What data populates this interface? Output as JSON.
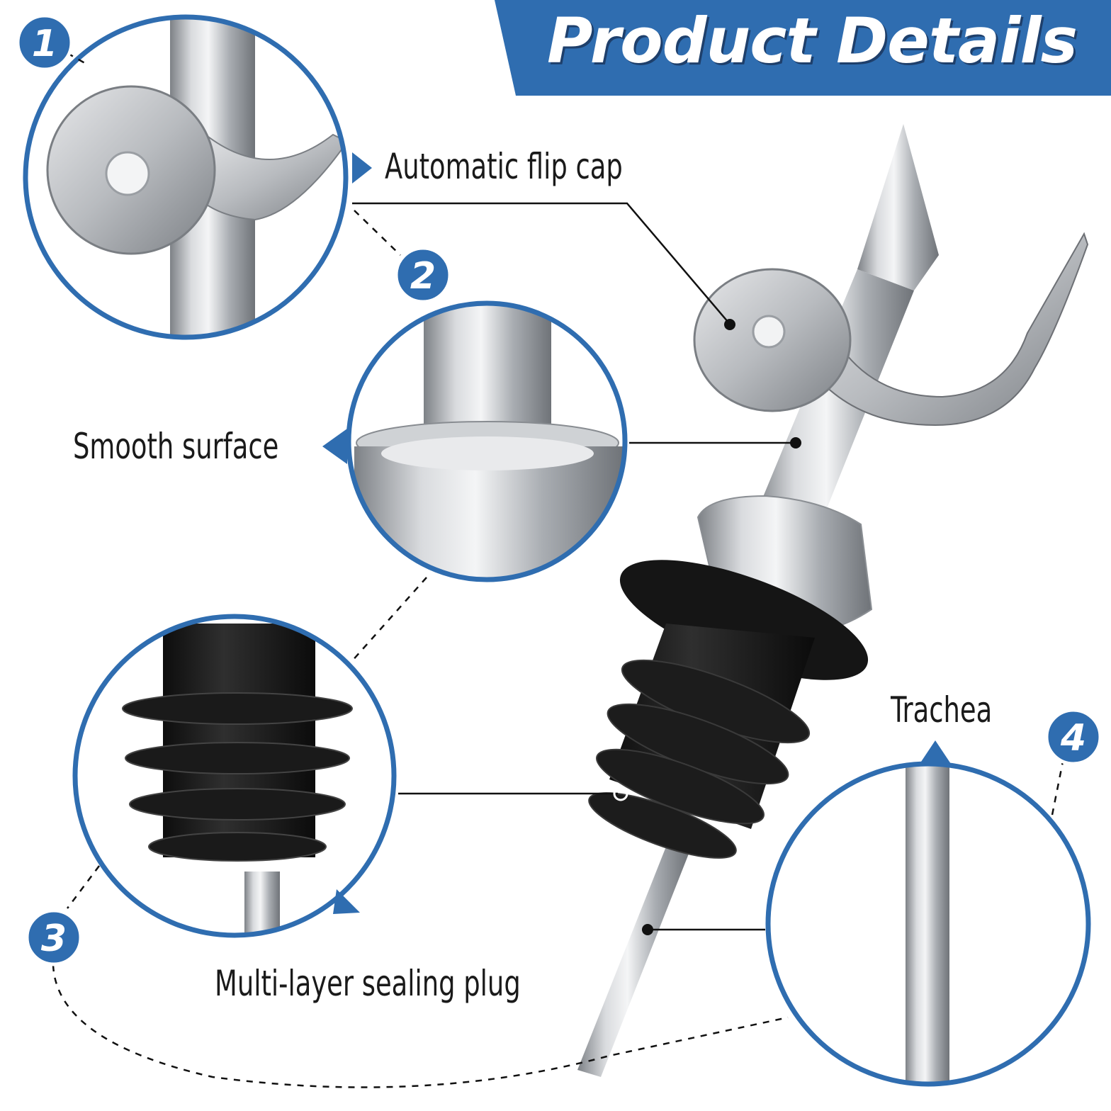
{
  "header": {
    "title": "Product Details"
  },
  "callouts": [
    {
      "number": "1",
      "label": "Automatic flip cap"
    },
    {
      "number": "2",
      "label": "Smooth surface"
    },
    {
      "number": "3",
      "label": "Multi-layer sealing plug"
    },
    {
      "number": "4",
      "label": "Trachea"
    }
  ],
  "colors": {
    "brand_blue": "#2f6db0",
    "steel": "#b9bcc0",
    "rubber_black": "#1b1b1b",
    "text": "#1a1a1a"
  },
  "icons": [
    "number-badge-icon",
    "pointer-triangle-icon",
    "pour-spout-image"
  ]
}
